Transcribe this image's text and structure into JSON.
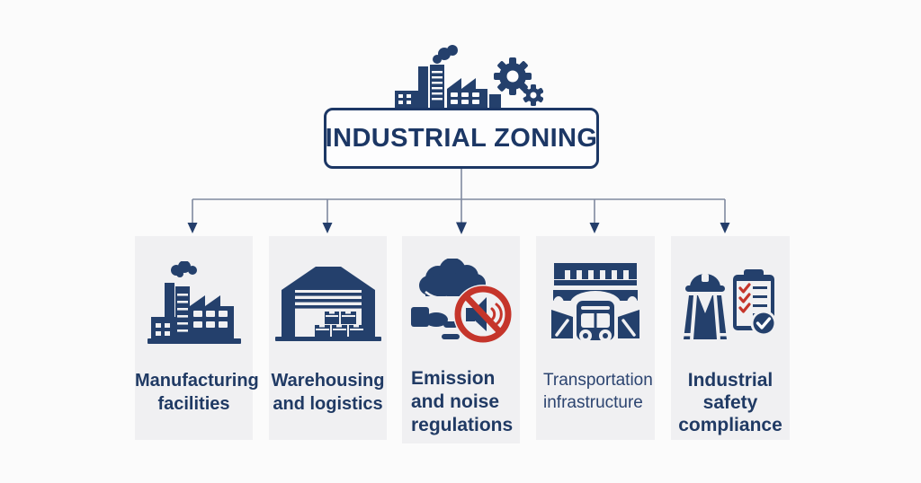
{
  "colors": {
    "page_bg": "#fbfbfb",
    "card_bg": "#f0f0f2",
    "navy": "#24406c",
    "title_navy": "#1c3765",
    "text_navy": "#203a64",
    "text_navy_light": "#2c4470",
    "red": "#c5352b",
    "connector": "#8089a0",
    "arrow": "#243e6b"
  },
  "header": {
    "icon": "factory-gears-icon",
    "title": "INDUSTRIAL ZONING"
  },
  "cards": [
    {
      "id": "manufacturing",
      "icon": "factory-icon",
      "label": "Manufacturing\nfacilities"
    },
    {
      "id": "warehousing",
      "icon": "warehouse-icon",
      "label": "Warehousing\nand logistics"
    },
    {
      "id": "emissions",
      "icon": "no-noise-emission-icon",
      "label": "Emission\nand noise\nregulations"
    },
    {
      "id": "transportation",
      "icon": "bridge-bus-icon",
      "label": "Transportation\ninfrastructure"
    },
    {
      "id": "safety",
      "icon": "safety-compliance-icon",
      "label": "Industrial\nsafety\ncompliance"
    }
  ]
}
